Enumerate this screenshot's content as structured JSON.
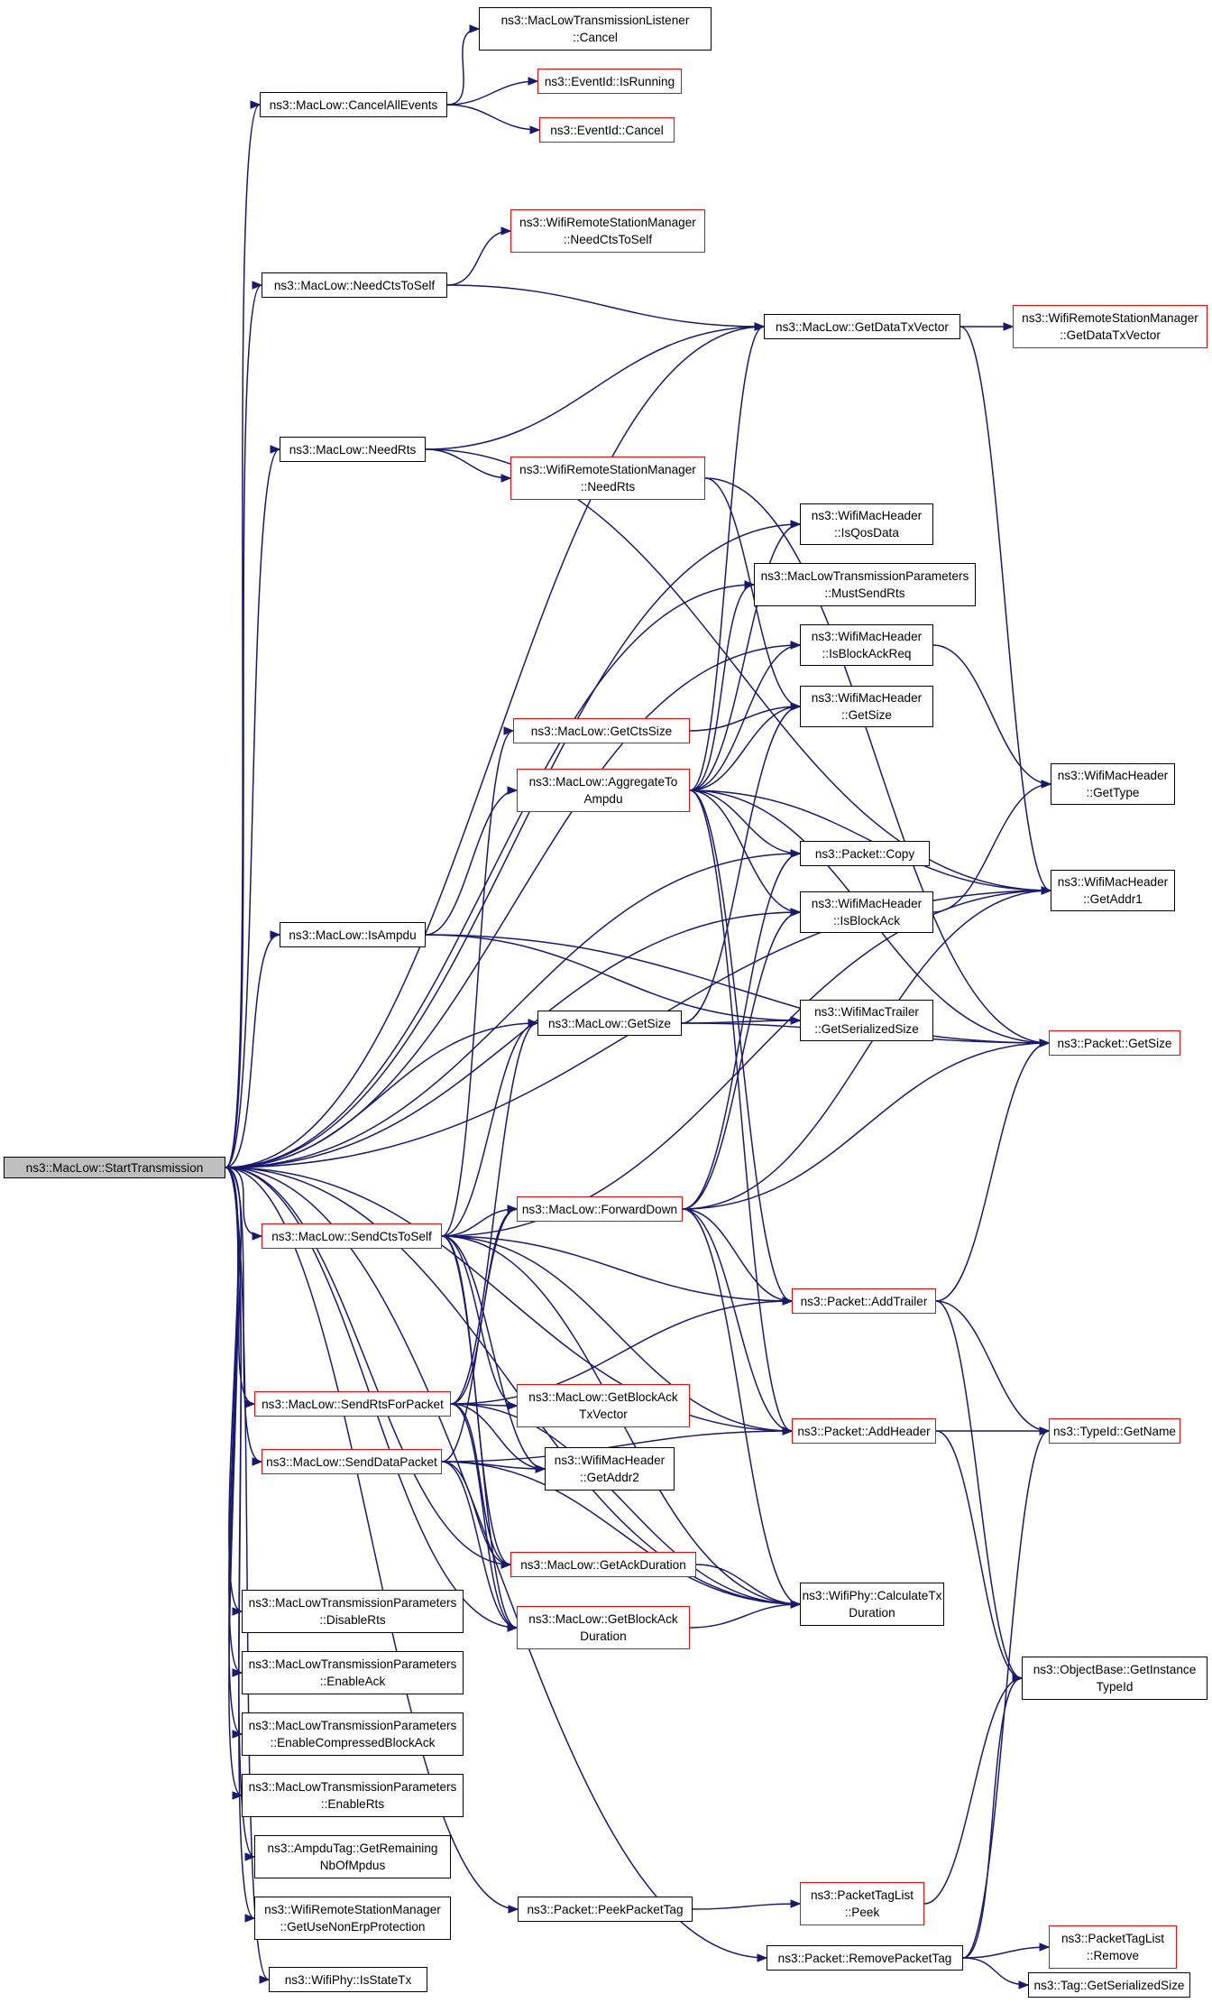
{
  "colors": {
    "edge": "#191970",
    "border_ok": "#000000",
    "border_truncated": "#ff0000",
    "root_fill": "#bfbfbf"
  },
  "nodes": [
    {
      "id": "start",
      "lines": [
        "ns3::MacLow::StartTransmission"
      ],
      "style": "root"
    },
    {
      "id": "cancelAll",
      "lines": [
        "ns3::MacLow::CancelAllEvents"
      ],
      "style": "normal"
    },
    {
      "id": "mltlCancel",
      "lines": [
        "ns3::MacLowTransmissionListener",
        "::Cancel"
      ],
      "style": "normal"
    },
    {
      "id": "evIsRunning",
      "lines": [
        "ns3::EventId::IsRunning"
      ],
      "style": "red"
    },
    {
      "id": "evCancel",
      "lines": [
        "ns3::EventId::Cancel"
      ],
      "style": "red"
    },
    {
      "id": "wrsmNeedCts",
      "lines": [
        "ns3::WifiRemoteStationManager",
        "::NeedCtsToSelf"
      ],
      "style": "red"
    },
    {
      "id": "needCts",
      "lines": [
        "ns3::MacLow::NeedCtsToSelf"
      ],
      "style": "normal"
    },
    {
      "id": "getDataTx",
      "lines": [
        "ns3::MacLow::GetDataTxVector"
      ],
      "style": "normal"
    },
    {
      "id": "wrsmGetDataTx",
      "lines": [
        "ns3::WifiRemoteStationManager",
        "::GetDataTxVector"
      ],
      "style": "red"
    },
    {
      "id": "needRts",
      "lines": [
        "ns3::MacLow::NeedRts"
      ],
      "style": "normal"
    },
    {
      "id": "wrsmNeedRts",
      "lines": [
        "ns3::WifiRemoteStationManager",
        "::NeedRts"
      ],
      "style": "red"
    },
    {
      "id": "isQos",
      "lines": [
        "ns3::WifiMacHeader",
        "::IsQosData"
      ],
      "style": "normal"
    },
    {
      "id": "mustRts",
      "lines": [
        "ns3::MacLowTransmissionParameters",
        "::MustSendRts"
      ],
      "style": "normal"
    },
    {
      "id": "isBAR",
      "lines": [
        "ns3::WifiMacHeader",
        "::IsBlockAckReq"
      ],
      "style": "normal"
    },
    {
      "id": "hdrGetSize",
      "lines": [
        "ns3::WifiMacHeader",
        "::GetSize"
      ],
      "style": "normal"
    },
    {
      "id": "getCtsSize",
      "lines": [
        "ns3::MacLow::GetCtsSize"
      ],
      "style": "red"
    },
    {
      "id": "aggr",
      "lines": [
        "ns3::MacLow::AggregateTo",
        "Ampdu"
      ],
      "style": "red"
    },
    {
      "id": "getType",
      "lines": [
        "ns3::WifiMacHeader",
        "::GetType"
      ],
      "style": "normal"
    },
    {
      "id": "copy",
      "lines": [
        "ns3::Packet::Copy"
      ],
      "style": "normal"
    },
    {
      "id": "getAddr1",
      "lines": [
        "ns3::WifiMacHeader",
        "::GetAddr1"
      ],
      "style": "normal"
    },
    {
      "id": "isAmpdu",
      "lines": [
        "ns3::MacLow::IsAmpdu"
      ],
      "style": "normal"
    },
    {
      "id": "isBA",
      "lines": [
        "ns3::WifiMacHeader",
        "::IsBlockAck"
      ],
      "style": "normal"
    },
    {
      "id": "mlGetSize",
      "lines": [
        "ns3::MacLow::GetSize"
      ],
      "style": "normal"
    },
    {
      "id": "trailerSize",
      "lines": [
        "ns3::WifiMacTrailer",
        "::GetSerializedSize"
      ],
      "style": "normal"
    },
    {
      "id": "pktGetSize",
      "lines": [
        "ns3::Packet::GetSize"
      ],
      "style": "red"
    },
    {
      "id": "sendCts",
      "lines": [
        "ns3::MacLow::SendCtsToSelf"
      ],
      "style": "red"
    },
    {
      "id": "fwdDown",
      "lines": [
        "ns3::MacLow::ForwardDown"
      ],
      "style": "red"
    },
    {
      "id": "addTrailer",
      "lines": [
        "ns3::Packet::AddTrailer"
      ],
      "style": "red"
    },
    {
      "id": "sendRts",
      "lines": [
        "ns3::MacLow::SendRtsForPacket"
      ],
      "style": "red"
    },
    {
      "id": "getBATx",
      "lines": [
        "ns3::MacLow::GetBlockAck",
        "TxVector"
      ],
      "style": "red"
    },
    {
      "id": "addHeader",
      "lines": [
        "ns3::Packet::AddHeader"
      ],
      "style": "red"
    },
    {
      "id": "typeName",
      "lines": [
        "ns3::TypeId::GetName"
      ],
      "style": "red"
    },
    {
      "id": "sendData",
      "lines": [
        "ns3::MacLow::SendDataPacket"
      ],
      "style": "red"
    },
    {
      "id": "getAddr2",
      "lines": [
        "ns3::WifiMacHeader",
        "::GetAddr2"
      ],
      "style": "normal"
    },
    {
      "id": "ackDur",
      "lines": [
        "ns3::MacLow::GetAckDuration"
      ],
      "style": "red"
    },
    {
      "id": "calcTx",
      "lines": [
        "ns3::WifiPhy::CalculateTx",
        "Duration"
      ],
      "style": "normal"
    },
    {
      "id": "baDur",
      "lines": [
        "ns3::MacLow::GetBlockAck",
        "Duration"
      ],
      "style": "red"
    },
    {
      "id": "disableRts",
      "lines": [
        "ns3::MacLowTransmissionParameters",
        "::DisableRts"
      ],
      "style": "normal"
    },
    {
      "id": "objGetInst",
      "lines": [
        "ns3::ObjectBase::GetInstance",
        "TypeId"
      ],
      "style": "normal"
    },
    {
      "id": "enableAck",
      "lines": [
        "ns3::MacLowTransmissionParameters",
        "::EnableAck"
      ],
      "style": "normal"
    },
    {
      "id": "enableCBA",
      "lines": [
        "ns3::MacLowTransmissionParameters",
        "::EnableCompressedBlockAck"
      ],
      "style": "normal"
    },
    {
      "id": "enableRts",
      "lines": [
        "ns3::MacLowTransmissionParameters",
        "::EnableRts"
      ],
      "style": "normal"
    },
    {
      "id": "ampduTag",
      "lines": [
        "ns3::AmpduTag::GetRemaining",
        "NbOfMpdus"
      ],
      "style": "normal"
    },
    {
      "id": "peekTag",
      "lines": [
        "ns3::Packet::PeekPacketTag"
      ],
      "style": "normal"
    },
    {
      "id": "ptlPeek",
      "lines": [
        "ns3::PacketTagList",
        "::Peek"
      ],
      "style": "red"
    },
    {
      "id": "nonErp",
      "lines": [
        "ns3::WifiRemoteStationManager",
        "::GetUseNonErpProtection"
      ],
      "style": "normal"
    },
    {
      "id": "removeTag",
      "lines": [
        "ns3::Packet::RemovePacketTag"
      ],
      "style": "normal"
    },
    {
      "id": "ptlRemove",
      "lines": [
        "ns3::PacketTagList",
        "::Remove"
      ],
      "style": "red"
    },
    {
      "id": "isStateTx",
      "lines": [
        "ns3::WifiPhy::IsStateTx"
      ],
      "style": "normal"
    },
    {
      "id": "tagSerSize",
      "lines": [
        "ns3::Tag::GetSerializedSize"
      ],
      "style": "normal"
    }
  ],
  "edges": [
    [
      "start",
      "cancelAll"
    ],
    [
      "start",
      "needCts"
    ],
    [
      "start",
      "getDataTx"
    ],
    [
      "start",
      "needRts"
    ],
    [
      "start",
      "getAddr1"
    ],
    [
      "start",
      "isQos"
    ],
    [
      "start",
      "mustRts"
    ],
    [
      "start",
      "isBAR"
    ],
    [
      "start",
      "copy"
    ],
    [
      "start",
      "isBA"
    ],
    [
      "start",
      "isAmpdu"
    ],
    [
      "start",
      "mlGetSize"
    ],
    [
      "start",
      "sendCts"
    ],
    [
      "start",
      "sendRts"
    ],
    [
      "start",
      "sendData"
    ],
    [
      "start",
      "disableRts"
    ],
    [
      "start",
      "enableAck"
    ],
    [
      "start",
      "enableCBA"
    ],
    [
      "start",
      "enableRts"
    ],
    [
      "start",
      "ampduTag"
    ],
    [
      "start",
      "nonErp"
    ],
    [
      "start",
      "isStateTx"
    ],
    [
      "start",
      "peekTag"
    ],
    [
      "start",
      "removeTag"
    ],
    [
      "start",
      "ackDur"
    ],
    [
      "start",
      "baDur"
    ],
    [
      "start",
      "calcTx"
    ],
    [
      "start",
      "addHeader"
    ],
    [
      "cancelAll",
      "mltlCancel"
    ],
    [
      "cancelAll",
      "evIsRunning"
    ],
    [
      "cancelAll",
      "evCancel"
    ],
    [
      "needCts",
      "wrsmNeedCts"
    ],
    [
      "needCts",
      "getDataTx"
    ],
    [
      "getDataTx",
      "wrsmGetDataTx"
    ],
    [
      "getDataTx",
      "getAddr1"
    ],
    [
      "needRts",
      "getDataTx"
    ],
    [
      "needRts",
      "wrsmNeedRts"
    ],
    [
      "needRts",
      "getAddr1"
    ],
    [
      "wrsmNeedRts",
      "hdrGetSize"
    ],
    [
      "wrsmNeedRts",
      "pktGetSize"
    ],
    [
      "isBAR",
      "getType"
    ],
    [
      "isBA",
      "getType"
    ],
    [
      "getCtsSize",
      "hdrGetSize"
    ],
    [
      "aggr",
      "getDataTx"
    ],
    [
      "aggr",
      "isQos"
    ],
    [
      "aggr",
      "mustRts"
    ],
    [
      "aggr",
      "isBAR"
    ],
    [
      "aggr",
      "hdrGetSize"
    ],
    [
      "aggr",
      "copy"
    ],
    [
      "aggr",
      "isBA"
    ],
    [
      "aggr",
      "getAddr1"
    ],
    [
      "aggr",
      "pktGetSize"
    ],
    [
      "aggr",
      "addTrailer"
    ],
    [
      "aggr",
      "addHeader"
    ],
    [
      "isAmpdu",
      "aggr"
    ],
    [
      "isAmpdu",
      "trailerSize"
    ],
    [
      "isAmpdu",
      "pktGetSize"
    ],
    [
      "mlGetSize",
      "hdrGetSize"
    ],
    [
      "mlGetSize",
      "trailerSize"
    ],
    [
      "mlGetSize",
      "pktGetSize"
    ],
    [
      "sendCts",
      "getCtsSize"
    ],
    [
      "sendCts",
      "mlGetSize"
    ],
    [
      "sendCts",
      "fwdDown"
    ],
    [
      "sendCts",
      "getAddr1"
    ],
    [
      "sendCts",
      "addTrailer"
    ],
    [
      "sendCts",
      "addHeader"
    ],
    [
      "sendCts",
      "getBATx"
    ],
    [
      "sendCts",
      "getAddr2"
    ],
    [
      "sendCts",
      "ackDur"
    ],
    [
      "sendCts",
      "baDur"
    ],
    [
      "sendCts",
      "calcTx"
    ],
    [
      "fwdDown",
      "copy"
    ],
    [
      "fwdDown",
      "isBA"
    ],
    [
      "fwdDown",
      "getAddr1"
    ],
    [
      "fwdDown",
      "pktGetSize"
    ],
    [
      "fwdDown",
      "addTrailer"
    ],
    [
      "fwdDown",
      "addHeader"
    ],
    [
      "fwdDown",
      "calcTx"
    ],
    [
      "addTrailer",
      "pktGetSize"
    ],
    [
      "addTrailer",
      "typeName"
    ],
    [
      "addTrailer",
      "objGetInst"
    ],
    [
      "addHeader",
      "typeName"
    ],
    [
      "addHeader",
      "objGetInst"
    ],
    [
      "sendRts",
      "mlGetSize"
    ],
    [
      "sendRts",
      "fwdDown"
    ],
    [
      "sendRts",
      "addTrailer"
    ],
    [
      "sendRts",
      "getBATx"
    ],
    [
      "sendRts",
      "getAddr2"
    ],
    [
      "sendRts",
      "ackDur"
    ],
    [
      "sendRts",
      "baDur"
    ],
    [
      "sendRts",
      "calcTx"
    ],
    [
      "sendData",
      "fwdDown"
    ],
    [
      "sendData",
      "getAddr2"
    ],
    [
      "sendData",
      "ackDur"
    ],
    [
      "sendData",
      "baDur"
    ],
    [
      "sendData",
      "calcTx"
    ],
    [
      "sendData",
      "addHeader"
    ],
    [
      "ackDur",
      "calcTx"
    ],
    [
      "baDur",
      "calcTx"
    ],
    [
      "peekTag",
      "ptlPeek"
    ],
    [
      "ptlPeek",
      "objGetInst"
    ],
    [
      "removeTag",
      "ptlRemove"
    ],
    [
      "removeTag",
      "tagSerSize"
    ],
    [
      "removeTag",
      "objGetInst"
    ],
    [
      "removeTag",
      "typeName"
    ]
  ]
}
